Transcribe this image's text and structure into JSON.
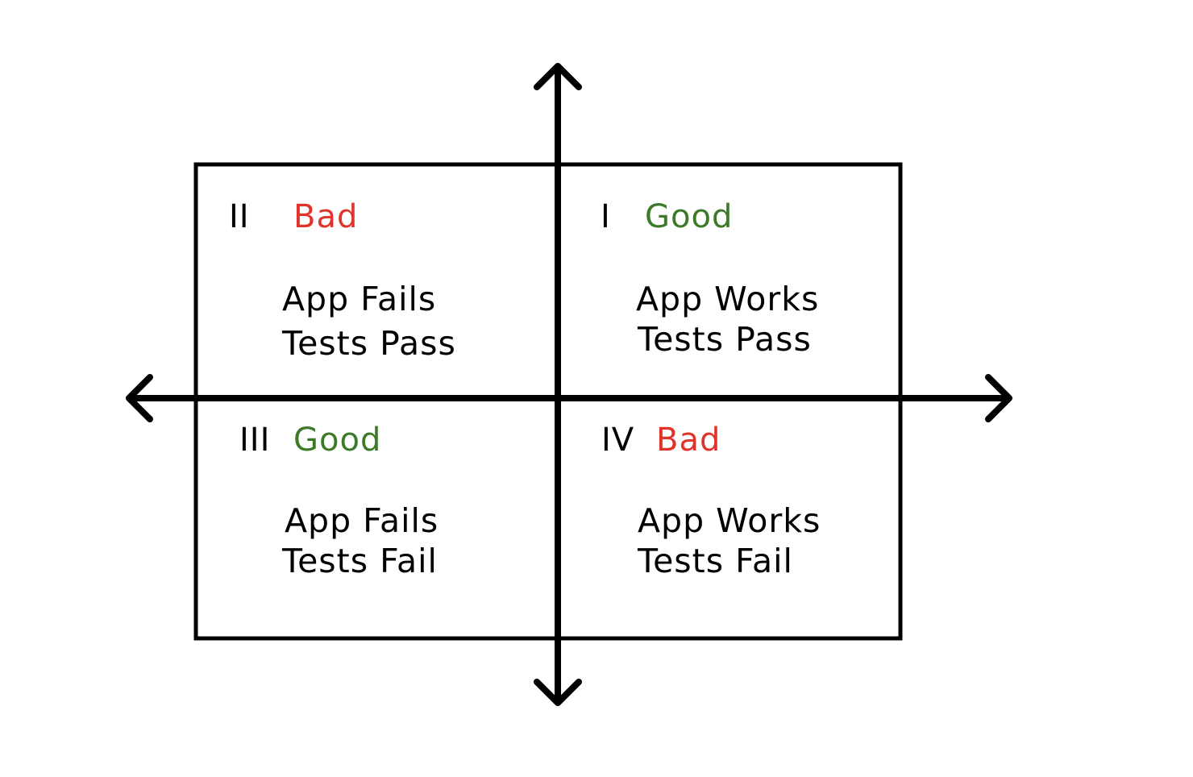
{
  "colors": {
    "line": "#000000",
    "good": "#3c7a2a",
    "bad": "#e0342b"
  },
  "quadrants": [
    {
      "numeral": "I",
      "verdict": "Good",
      "verdict_tone": "good",
      "line1": "App Works",
      "line2": "Tests Pass"
    },
    {
      "numeral": "II",
      "verdict": "Bad",
      "verdict_tone": "bad",
      "line1": "App Fails",
      "line2": "Tests Pass"
    },
    {
      "numeral": "III",
      "verdict": "Good",
      "verdict_tone": "good",
      "line1": "App Fails",
      "line2": "Tests Fail"
    },
    {
      "numeral": "IV",
      "verdict": "Bad",
      "verdict_tone": "bad",
      "line1": "App Works",
      "line2": "Tests Fail"
    }
  ]
}
